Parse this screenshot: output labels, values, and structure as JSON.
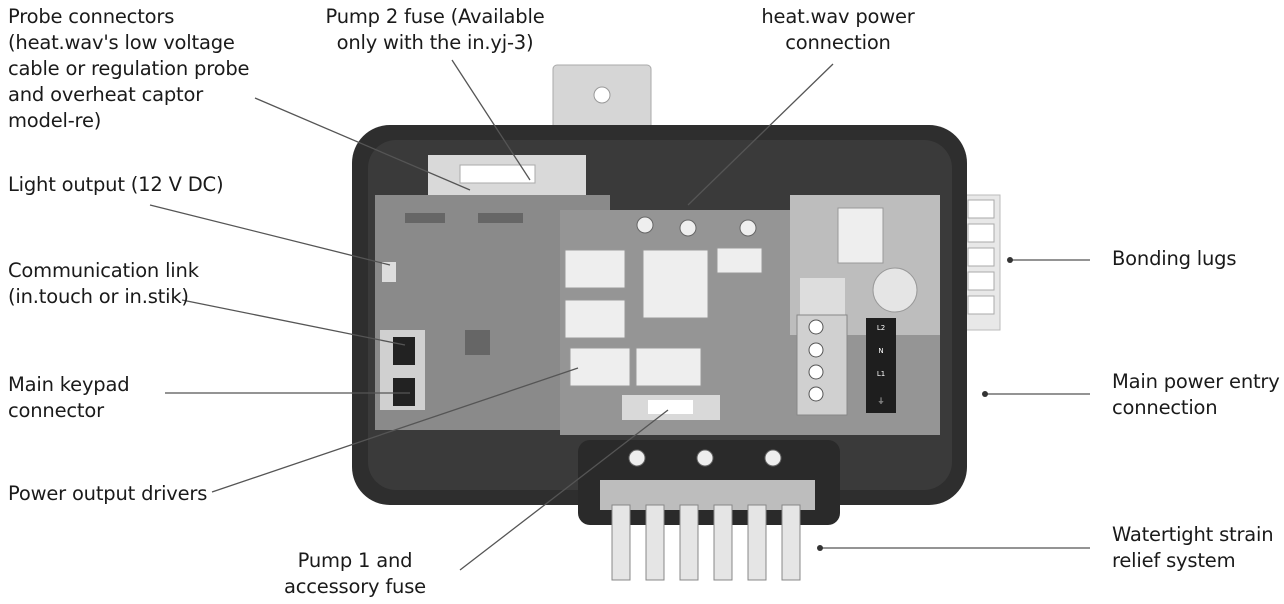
{
  "labels": {
    "probe_connectors": [
      "Probe connectors",
      "(heat.wav's low voltage",
      "cable or regulation probe",
      "and overheat captor",
      "model-re)"
    ],
    "pump2_fuse": [
      "Pump 2 fuse (Available",
      "only with the in.yj-3)"
    ],
    "heatwav_power": [
      "heat.wav power",
      "connection"
    ],
    "light_output": [
      "Light output (12 V DC)"
    ],
    "communication_link": [
      "Communication link",
      "(in.touch or in.stik)"
    ],
    "main_keypad": [
      "Main keypad",
      "connector"
    ],
    "power_output_drivers": [
      "Power output drivers"
    ],
    "pump1_fuse": [
      "Pump 1 and",
      "accessory fuse"
    ],
    "bonding_lugs": [
      "Bonding lugs"
    ],
    "main_power_entry": [
      "Main power entry",
      "connection"
    ],
    "strain_relief": [
      "Watertight strain",
      "relief system"
    ]
  },
  "terminal_marks": [
    "L2",
    "N",
    "L1",
    "⏚"
  ],
  "colors": {
    "enclosure": "#2e2e2e",
    "pcb": "#8a8a8a",
    "leader": "#555555"
  }
}
